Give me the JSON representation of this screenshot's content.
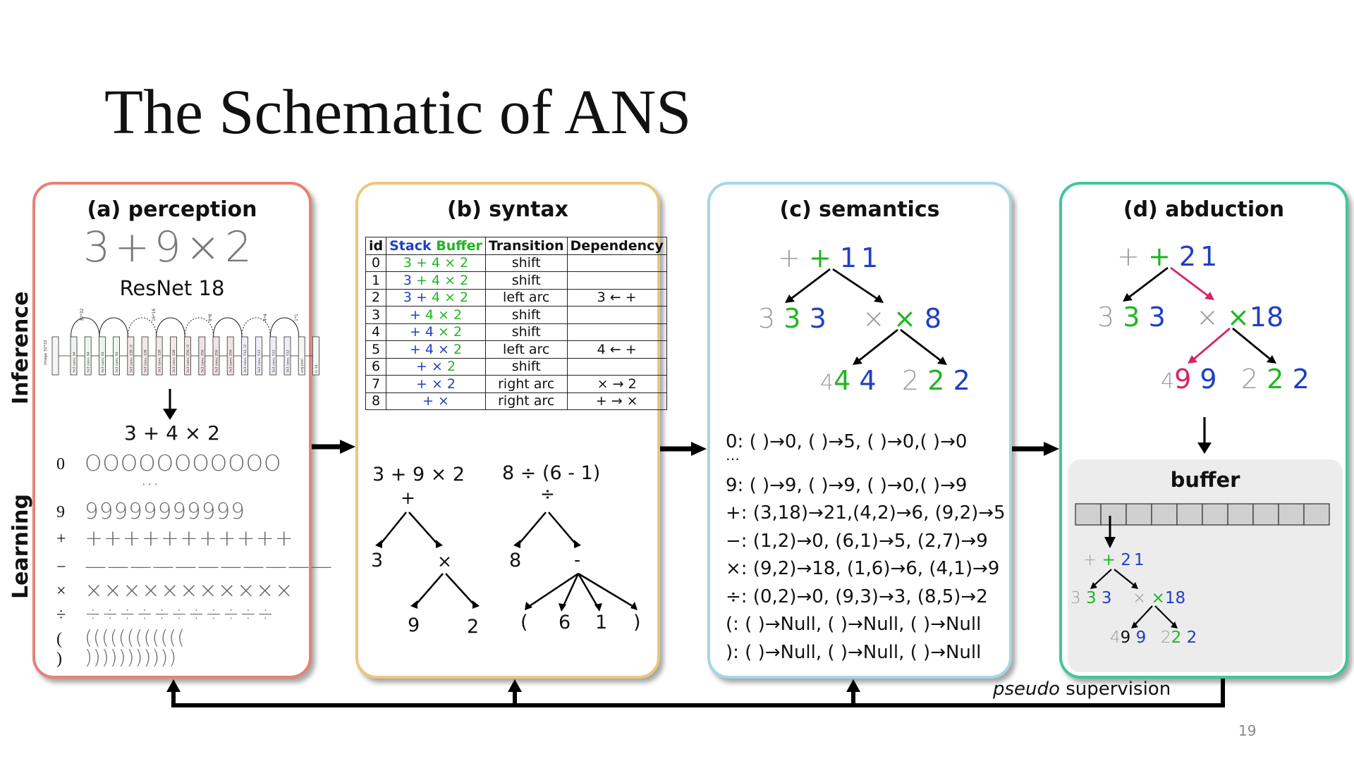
{
  "title": "The Schematic of ANS",
  "page_number": "19",
  "colors": {
    "perception": "#e58374",
    "syntax": "#eac87c",
    "semantics": "#a6d6e6",
    "abduction": "#3ec79a",
    "green": "#22b522",
    "blue": "#1f3fc2",
    "red": "#d3275f"
  },
  "side_labels": {
    "inference": "Inference",
    "learning": "Learning"
  },
  "perception": {
    "title": "(a) perception",
    "handwritten": "3+9×2",
    "model": "ResNet 18",
    "output": "3 + 4 × 2",
    "input_label": "image 32*32",
    "layer_labels": [
      "3x3 conv, 64",
      "3x3 conv, 64",
      "3x3 conv, 64",
      "3x3 conv, 64",
      "3x3 conv, 128, /2",
      "3x3 conv, 128",
      "3x3 conv, 128",
      "3x3 conv, 128",
      "3x3 conv, 256, /2",
      "3x3 conv, 256",
      "3x3 conv, 256",
      "3x3 conv, 256",
      "3x3 conv, 512, /2",
      "3x3 conv, 512",
      "3x3 conv, 512",
      "3x3 conv, 512",
      "avg pool",
      "fc 10"
    ],
    "size_labels": [
      "32*32",
      "16*16",
      "8*8",
      "4*4",
      "1*1"
    ],
    "rows": [
      {
        "label": "0",
        "glyphs": "OOOOOOOOOOO"
      },
      {
        "label": "",
        "glyphs": "..."
      },
      {
        "label": "9",
        "glyphs": "99999999999"
      },
      {
        "label": "+",
        "glyphs": "+++++++++++"
      },
      {
        "label": "−",
        "glyphs": "———————————"
      },
      {
        "label": "×",
        "glyphs": "×××××××××××"
      },
      {
        "label": "÷",
        "glyphs": "÷÷÷÷÷÷÷÷÷÷÷"
      },
      {
        "label": "(",
        "glyphs": "(((((((((((("
      },
      {
        "label": ")",
        "glyphs": ")))))))))))"
      }
    ]
  },
  "syntax": {
    "title": "(b) syntax",
    "headers": {
      "id": "id",
      "stack": "Stack",
      "buffer": "Buffer",
      "transition": "Transition",
      "dependency": "Dependency"
    },
    "rows": [
      {
        "id": "0",
        "stack": "",
        "buffer": "3 + 4 × 2",
        "transition": "shift",
        "dependency": ""
      },
      {
        "id": "1",
        "stack": "3",
        "buffer": "+ 4 × 2",
        "transition": "shift",
        "dependency": ""
      },
      {
        "id": "2",
        "stack": "3 +",
        "buffer": "4 × 2",
        "transition": "left arc",
        "dependency": "3 ← +"
      },
      {
        "id": "3",
        "stack": "+",
        "buffer": "4 × 2",
        "transition": "shift",
        "dependency": ""
      },
      {
        "id": "4",
        "stack": "+ 4",
        "buffer": "× 2",
        "transition": "shift",
        "dependency": ""
      },
      {
        "id": "5",
        "stack": "+ 4 ×",
        "buffer": "2",
        "transition": "left arc",
        "dependency": "4 ← +"
      },
      {
        "id": "6",
        "stack": "+ ×",
        "buffer": "2",
        "transition": "shift",
        "dependency": ""
      },
      {
        "id": "7",
        "stack": "+ × 2",
        "buffer": "",
        "transition": "right arc",
        "dependency": "× → 2"
      },
      {
        "id": "8",
        "stack": "+ ×",
        "buffer": "",
        "transition": "right arc",
        "dependency": "+ → ×"
      }
    ],
    "tree1": {
      "expr": "3 + 9 × 2",
      "root": "+",
      "left": "3",
      "mid": "×",
      "ll": "9",
      "lr": "2"
    },
    "tree2": {
      "expr": "8 ÷ (6 - 1)",
      "root": "÷",
      "left": "8",
      "mid": "-",
      "c1": "(",
      "c2": "6",
      "c3": "1",
      "c4": ")"
    }
  },
  "semantics": {
    "title": "(c) semantics",
    "tree": {
      "root_hand": "+",
      "root_sym": "+",
      "root_val": "11",
      "l_hand": "3",
      "l_sym": "3",
      "l_val": "3",
      "m_hand": "×",
      "m_sym": "×",
      "m_val": "8",
      "ll_hand": "4",
      "ll_sym": "4",
      "ll_val": "4",
      "lr_hand": "2",
      "lr_sym": "2",
      "lr_val": "2"
    },
    "rules": [
      "0: ( )→0, ( )→5, ( )→0,( )→0",
      "…",
      "9: ( )→9, ( )→9, ( )→0,(  )→9",
      "+: (3,18)→21,(4,2)→6, (9,2)→5",
      "−: (1,2)→0, (6,1)→5, (2,7)→9",
      "×: (9,2)→18, (1,6)→6, (4,1)→9",
      "÷: (0,2)→0, (9,3)→3, (8,5)→2",
      "(:  ( )→Null, ( )→Null, ( )→Null",
      "):  ( )→Null, ( )→Null, ( )→Null"
    ]
  },
  "abduction": {
    "title": "(d) abduction",
    "tree": {
      "root_hand": "+",
      "root_sym": "+",
      "root_val": "21",
      "l_hand": "3",
      "l_sym": "3",
      "l_val": "3",
      "m_hand": "×",
      "m_sym": "×",
      "m_val": "18",
      "ll_hand": "4",
      "ll_sym": "9",
      "ll_val": "9",
      "lr_hand": "2",
      "lr_sym": "2",
      "lr_val": "2"
    },
    "buffer_label": "buffer",
    "buffer_cells": 10
  },
  "feedback_label": {
    "italic": "pseudo",
    "rest": " supervision"
  }
}
